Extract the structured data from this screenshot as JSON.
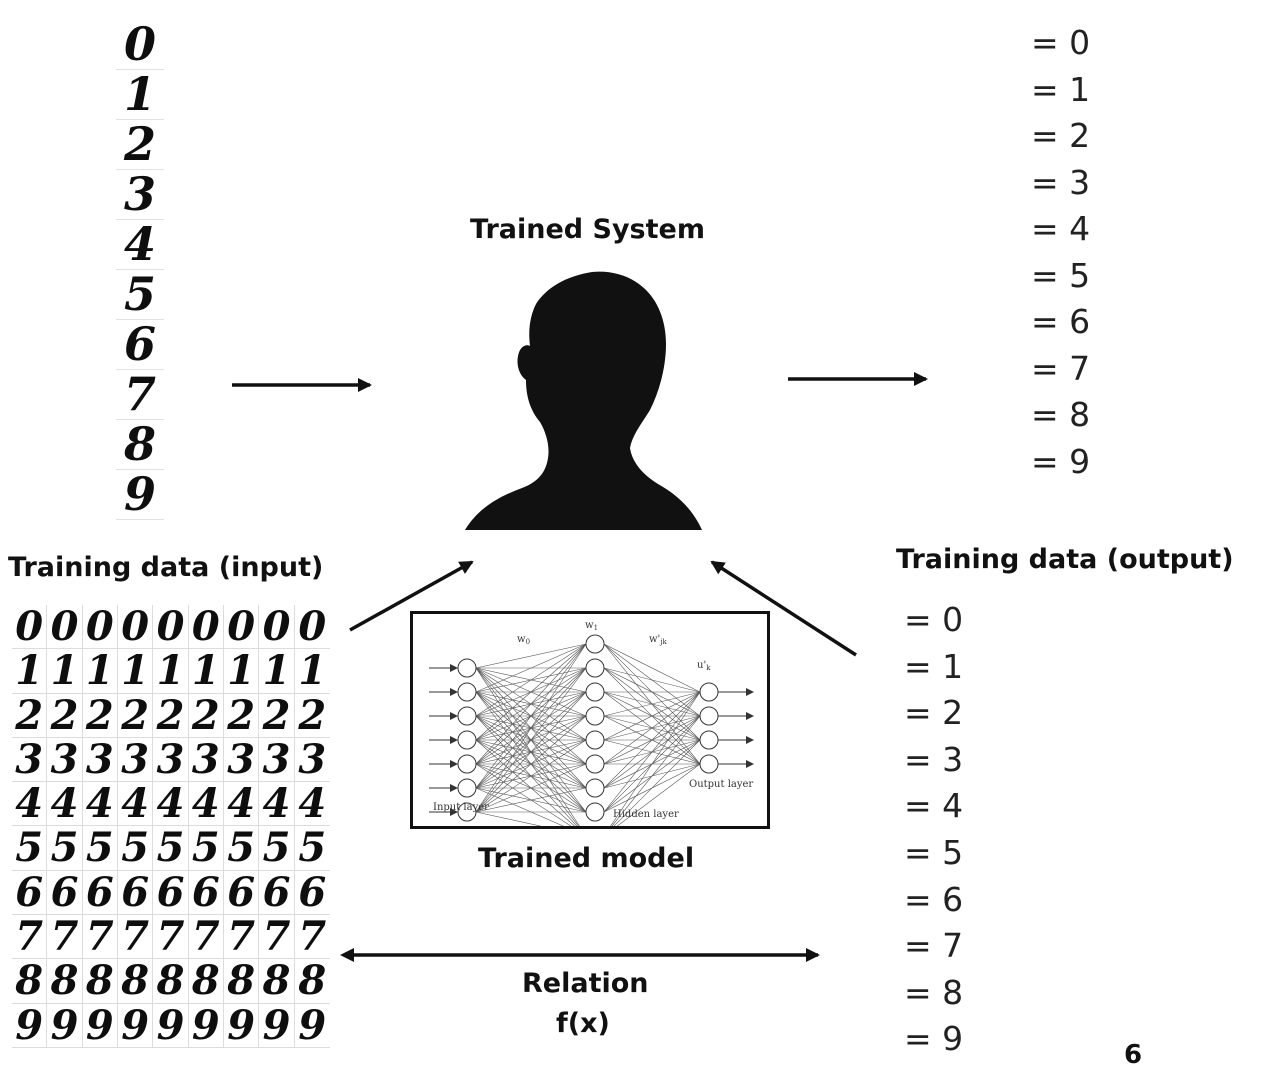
{
  "input_digits": [
    "0",
    "1",
    "2",
    "3",
    "4",
    "5",
    "6",
    "7",
    "8",
    "9"
  ],
  "outputs": [
    "= 0",
    "= 1",
    "= 2",
    "= 3",
    "= 4",
    "= 5",
    "= 6",
    "= 7",
    "= 8",
    "= 9"
  ],
  "trained_system_label": "Trained System",
  "training_input_label": "Training data (input)",
  "training_output_label": "Training data (output)",
  "training_outputs": [
    "= 0",
    "= 1",
    "= 2",
    "= 3",
    "= 4",
    "= 5",
    "= 6",
    "= 7",
    "= 8",
    "= 9"
  ],
  "training_grid_digits": [
    "0",
    "1",
    "2",
    "3",
    "4",
    "5",
    "6",
    "7",
    "8",
    "9"
  ],
  "trained_model_label": "Trained model",
  "network": {
    "input_layer": "Input layer",
    "hidden_layer": "Hidden layer",
    "output_layer": "Output layer",
    "w0": "w",
    "w0_sub": "0",
    "w1": "w",
    "w1_sub": "1",
    "wp": "w'",
    "wp_sub": "jk",
    "uk": "u'",
    "uk_sub": "k"
  },
  "relation_label": "Relation",
  "relation_fx": "f(x)",
  "page_number": "6"
}
